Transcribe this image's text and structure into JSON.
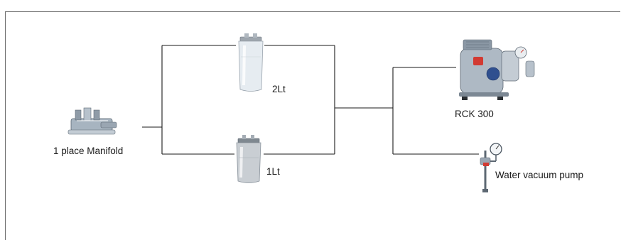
{
  "labels": {
    "manifold": "1 place Manifold",
    "flask_2l": "2Lt",
    "flask_1l": "1Lt",
    "rck": "RCK 300",
    "water_pump": "Water vacuum pump"
  },
  "icons": {
    "manifold": "manifold-icon",
    "flask_2l": "flask-2l-icon",
    "flask_1l": "flask-1l-icon",
    "rck": "rck-300-pump-icon",
    "water_pump": "water-vacuum-pump-icon"
  },
  "colors": {
    "line": "#1a1a1a",
    "frame": "#6b6b6b",
    "metal": "#9aa6b2",
    "metal_dark": "#5d6873",
    "glass": "#dfe6ec",
    "accent_red": "#d23a32",
    "accent_blue": "#2f4f8f"
  }
}
